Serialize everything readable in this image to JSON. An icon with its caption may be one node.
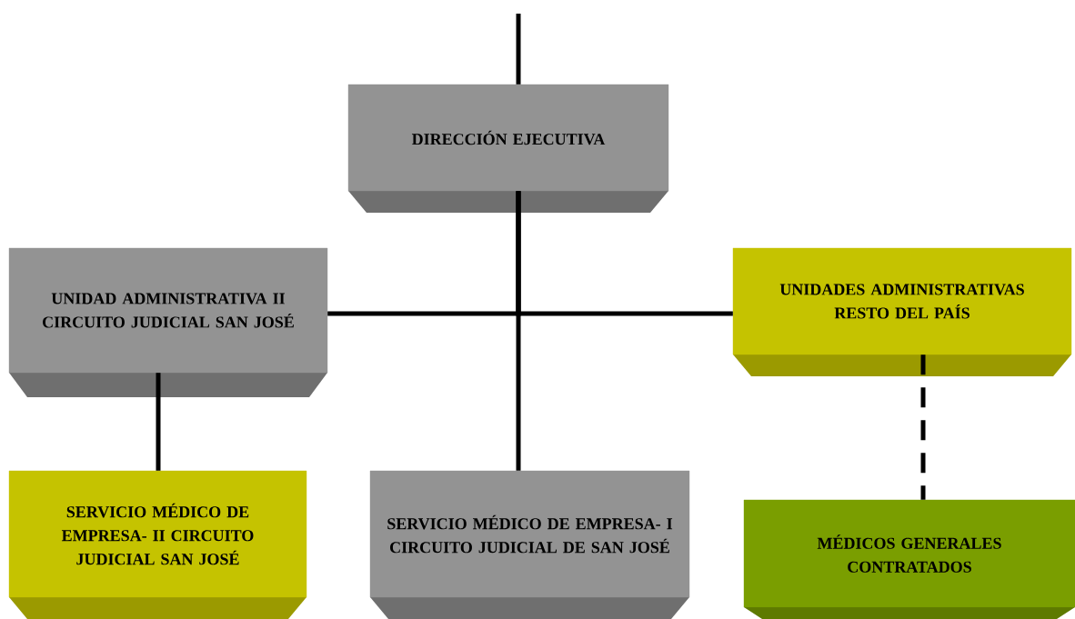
{
  "diagram": {
    "nodes": [
      {
        "text": [
          "DIRECCIÓN EJECUTIVA"
        ]
      },
      {
        "text": [
          "UNIDAD ADMINISTRATIVA II CIRCUITO JUDICIAL SAN JOSÉ"
        ]
      },
      {
        "text": [
          "UNIDADES ADMINISTRATIVAS RESTO DEL PAÍS"
        ]
      },
      {
        "text": [
          "SERVICIO MÉDICO DE EMPRESA- II CIRCUITO JUDICIAL SAN JOSÉ"
        ]
      },
      {
        "text": [
          "SERVICIO MÉDICO DE EMPRESA- I CIRCUITO JUDICIAL DE SAN JOSÉ"
        ]
      },
      {
        "text": [
          "MÉDICOS GENERALES CONTRATADOS"
        ]
      }
    ],
    "edges": [
      {
        "from": null,
        "to": 0,
        "arrow": "none"
      },
      {
        "from": 0,
        "to": 1,
        "arrow": "none"
      },
      {
        "from": 0,
        "to": 2,
        "arrow": "none"
      },
      {
        "from": 0,
        "to": 4,
        "arrow": "none"
      },
      {
        "from": 1,
        "to": 3,
        "arrow": "none"
      },
      {
        "from": 2,
        "to": 5,
        "arrow": "none",
        "style": "dashed"
      }
    ]
  }
}
